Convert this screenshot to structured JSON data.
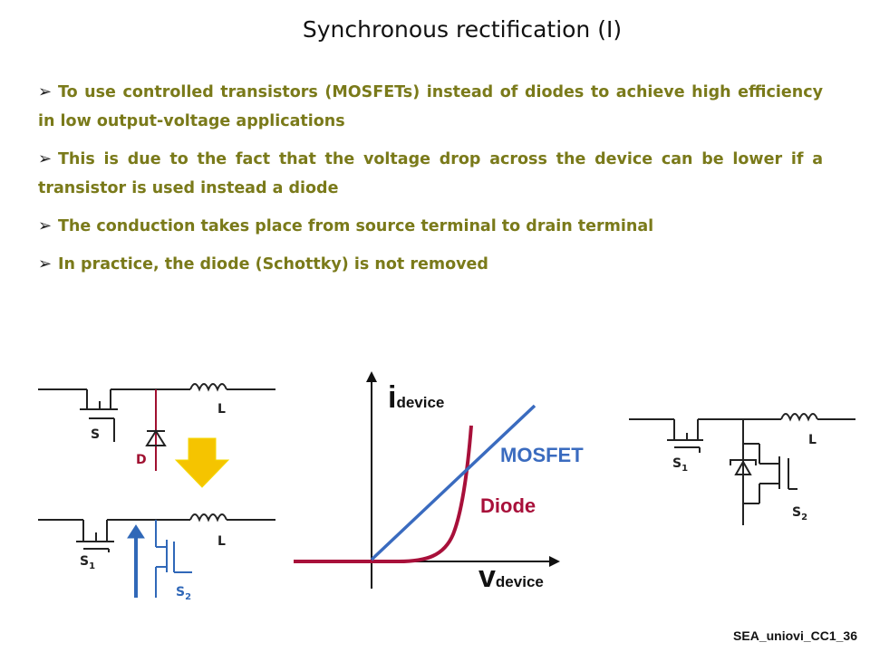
{
  "title": "Synchronous rectification (I)",
  "bullets": [
    {
      "arrow": "➢",
      "text": "To use controlled transistors (MOSFETs) instead of diodes to achieve high efficiency in low output-voltage applications"
    },
    {
      "arrow": "➢",
      "text": "This is due to the fact that the voltage drop across the device can be lower if a transistor is used instead a diode"
    },
    {
      "arrow": "➢",
      "text": "The conduction takes place from source terminal to drain terminal"
    },
    {
      "arrow": "➢",
      "text": "In practice, the diode (Schottky) is not removed"
    }
  ],
  "circuit_top": {
    "switch": "S",
    "diode": "D",
    "inductor": "L"
  },
  "circuit_bottom": {
    "switch": "S",
    "switch_sub": "1",
    "sync_switch": "S",
    "sync_switch_sub": "2",
    "inductor": "L"
  },
  "circuit_right": {
    "switch": "S",
    "switch_sub": "1",
    "sync_switch": "S",
    "sync_switch_sub": "2",
    "inductor": "L"
  },
  "graph": {
    "y_label": "i",
    "y_label_sub": "device",
    "x_label": "v",
    "x_label_sub": "device",
    "mosfet_label": "MOSFET",
    "diode_label": "Diode",
    "colors": {
      "mosfet": "#3a6bbf",
      "diode": "#a8103a",
      "axis": "#111111"
    }
  },
  "footer": "SEA_uniovi_CC1_36"
}
